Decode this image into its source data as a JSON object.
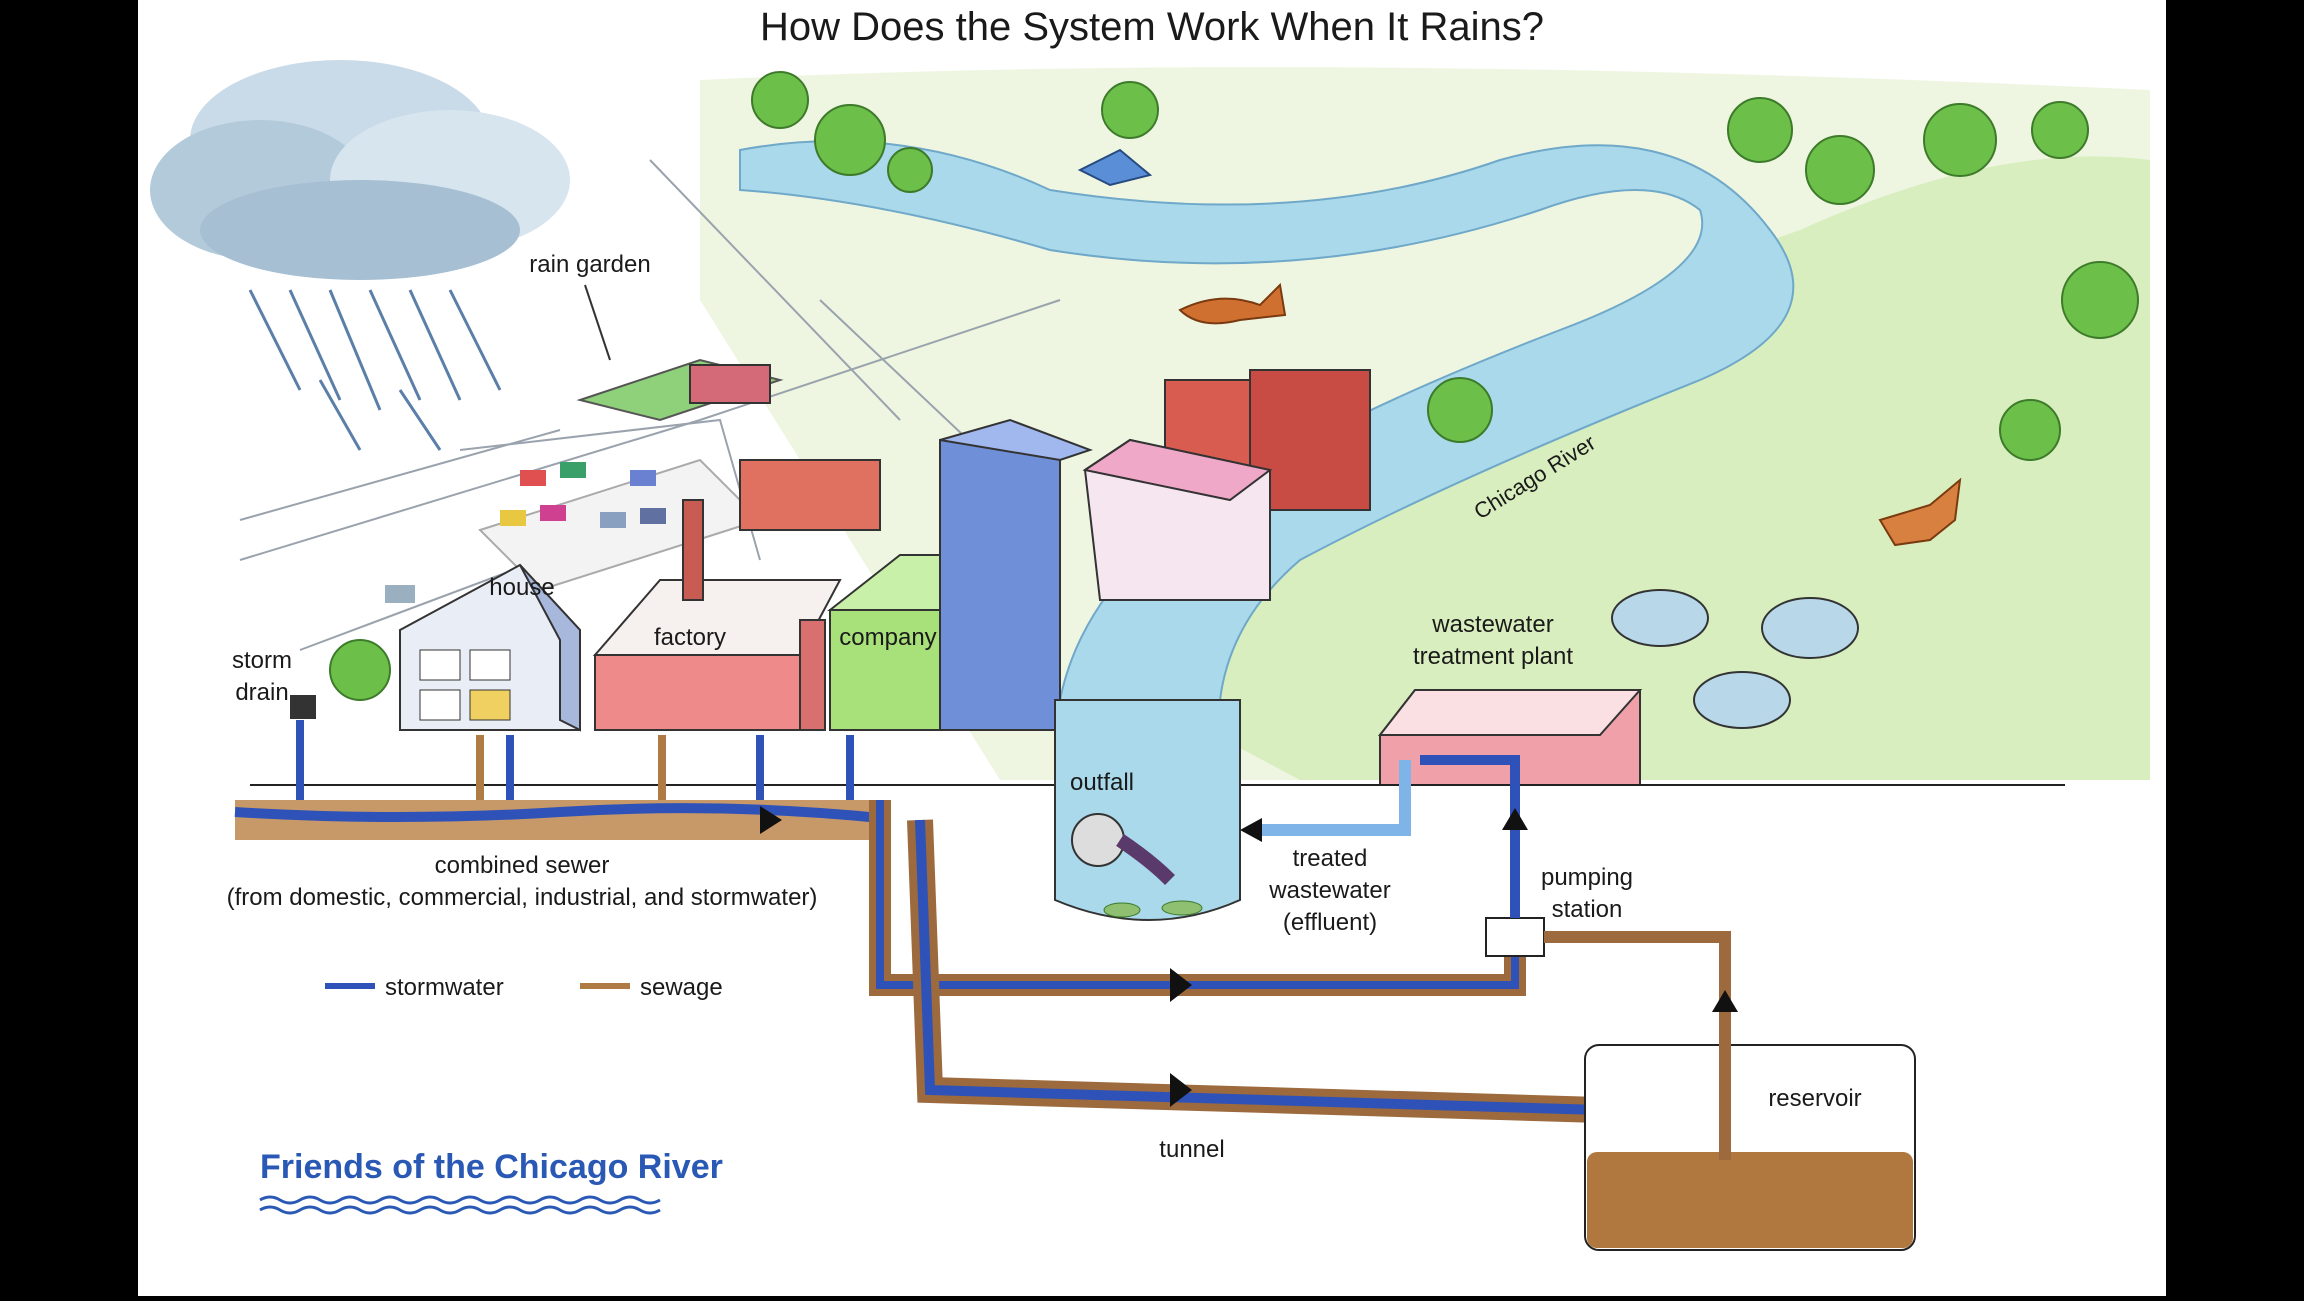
{
  "title": "How Does the System Work When It Rains?",
  "colors": {
    "stormwater": "#2f52b8",
    "sewage": "#b07a45",
    "river": "#a9d9ea",
    "background": "#ffffff",
    "frame": "#000000",
    "brand": "#2a59b5"
  },
  "labels": {
    "rain_garden": "rain garden",
    "house": "house",
    "storm_drain_1": "storm",
    "storm_drain_2": "drain",
    "factory": "factory",
    "company": "company",
    "chicago_river": "Chicago River",
    "wwtp_1": "wastewater",
    "wwtp_2": "treatment plant",
    "outfall": "outfall",
    "effluent_1": "treated",
    "effluent_2": "wastewater",
    "effluent_3": "(effluent)",
    "pumping_1": "pumping",
    "pumping_2": "station",
    "combined_sewer_1": "combined sewer",
    "combined_sewer_2": "(from domestic, commercial, industrial, and stormwater)",
    "tunnel": "tunnel",
    "reservoir": "reservoir"
  },
  "legend": {
    "stormwater": "stormwater",
    "sewage": "sewage"
  },
  "brand_name": "Friends of the Chicago River",
  "icons": [
    "rain-cloud-icon",
    "tree-icon",
    "car-icon",
    "fox-icon",
    "deer-icon",
    "bird-icon",
    "fish-icon",
    "flow-arrow-icon"
  ]
}
